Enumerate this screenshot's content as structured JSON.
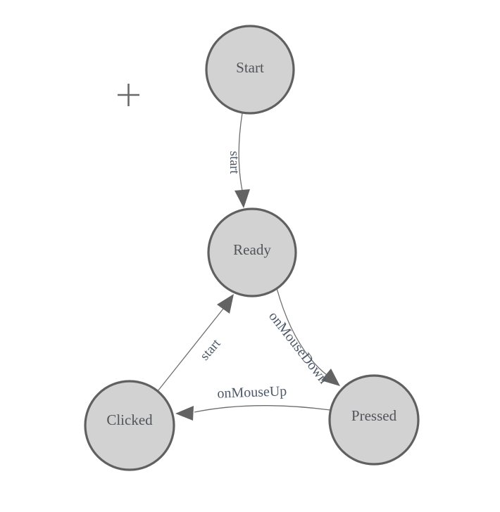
{
  "colors": {
    "node_fill": "#d2d2d2",
    "node_stroke": "#606060",
    "node_text": "#515459",
    "edge_stroke": "#6e6e6e",
    "edge_text": "#4e5a69",
    "arrow_fill": "#636363",
    "plus_color": "#696969"
  },
  "icons": {
    "plus": "+"
  },
  "diagram": {
    "type": "state-machine",
    "nodes": [
      {
        "id": "start",
        "label": "Start"
      },
      {
        "id": "ready",
        "label": "Ready"
      },
      {
        "id": "clicked",
        "label": "Clicked"
      },
      {
        "id": "pressed",
        "label": "Pressed"
      }
    ],
    "edges": [
      {
        "from": "Start",
        "to": "Ready",
        "label": "start"
      },
      {
        "from": "Ready",
        "to": "Pressed",
        "label": "onMouseDown"
      },
      {
        "from": "Pressed",
        "to": "Clicked",
        "label": "onMouseUp"
      },
      {
        "from": "Clicked",
        "to": "Ready",
        "label": "start"
      }
    ]
  }
}
